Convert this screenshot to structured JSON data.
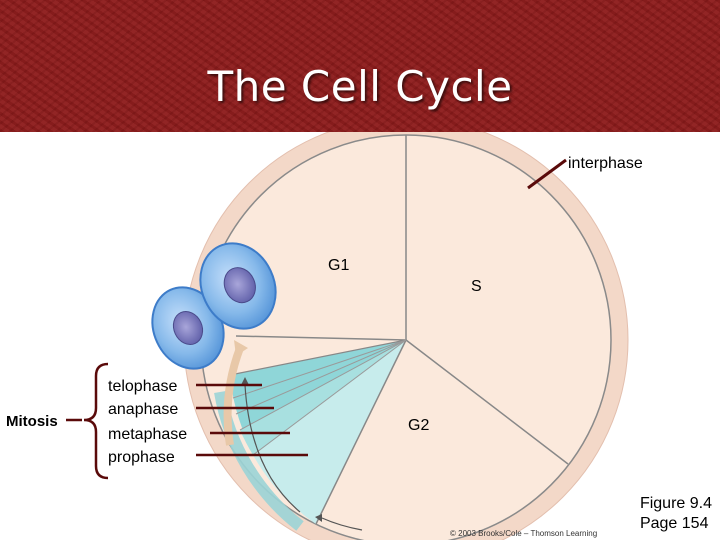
{
  "title": "The Cell Cycle",
  "labels": {
    "interphase": "interphase",
    "g1": "G1",
    "s": "S",
    "g2": "G2",
    "mitosis": "Mitosis",
    "telophase": "telophase",
    "anaphase": "anaphase",
    "metaphase": "metaphase",
    "prophase": "prophase"
  },
  "figure_ref": {
    "line1": "Figure 9.4",
    "line2": "Page 154"
  },
  "credit": "© 2003 Brooks/Cole – Thomson Learning",
  "colors": {
    "header": "#8c1a1a",
    "ring": "#f3d8c8",
    "interphase_fill": "#fbe9dc",
    "mitosis_fill": "#8fd6d8",
    "cell": "#7bb3e8"
  }
}
